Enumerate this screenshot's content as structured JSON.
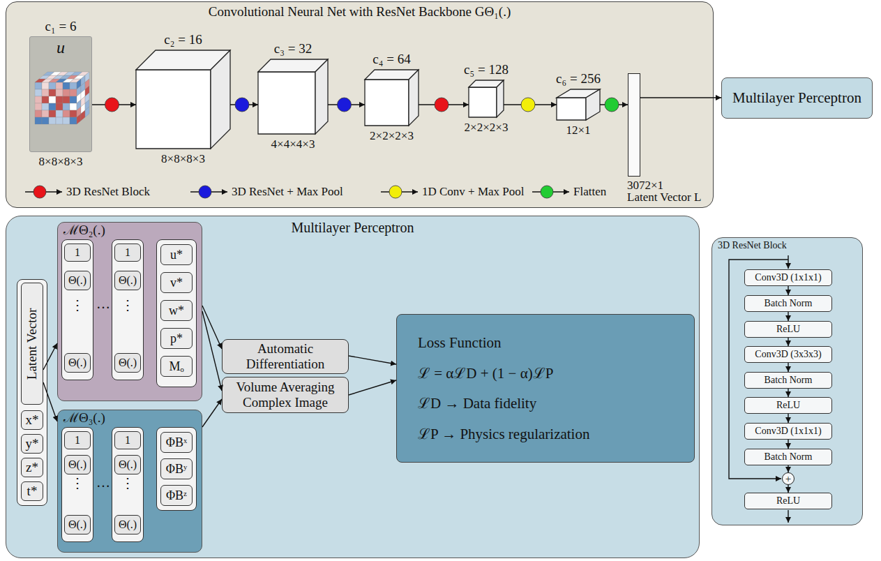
{
  "diagram": {
    "nodes": [
      {
        "text": [
          "Convolutional Neural Net with ResNet Backbone GΘ₁(.)"
        ]
      },
      {
        "text": [
          "c₁ = 6",
          "u",
          "8×8×8×3"
        ],
        "in": 0
      },
      {
        "text": [
          "c₂ = 16",
          "8×8×8×3"
        ],
        "in": 0
      },
      {
        "text": [
          "c₃ = 32",
          "4×4×4×3"
        ],
        "in": 0
      },
      {
        "text": [
          "c₄ = 64",
          "2×2×2×3"
        ],
        "in": 0
      },
      {
        "text": [
          "c₅ = 128",
          "2×2×2×3"
        ],
        "in": 0
      },
      {
        "text": [
          "c₆ = 256",
          "12×1"
        ],
        "in": 0
      },
      {
        "text": [
          "3072×1",
          "Latent Vector L"
        ],
        "in": 0
      },
      {
        "text": [
          "Multilayer Perceptron"
        ]
      },
      {
        "text": [
          "Multilayer Perceptron"
        ]
      },
      {
        "text": [
          "Latent Vector"
        ],
        "in": 9
      },
      {
        "text": [
          "x*"
        ],
        "in": 9
      },
      {
        "text": [
          "y*"
        ],
        "in": 9
      },
      {
        "text": [
          "z*"
        ],
        "in": 9
      },
      {
        "text": [
          "t*"
        ],
        "in": 9
      },
      {
        "text": [
          "ℳΘ₂(.)"
        ],
        "in": 9
      },
      {
        "text": [
          "⋮"
        ],
        "in": 15
      },
      {
        "text": [
          "1"
        ],
        "in": 16
      },
      {
        "text": [
          "Θ(.)"
        ],
        "in": 16
      },
      {
        "text": [
          "Θ(.)"
        ],
        "in": 16
      },
      {
        "text": [
          "⋮"
        ],
        "in": 15
      },
      {
        "text": [
          "1"
        ],
        "in": 20
      },
      {
        "text": [
          "Θ(.)"
        ],
        "in": 20
      },
      {
        "text": [
          "Θ(.)"
        ],
        "in": 20
      },
      {
        "text": [
          "u*"
        ],
        "in": 15
      },
      {
        "text": [
          "v*"
        ],
        "in": 15
      },
      {
        "text": [
          "w*"
        ],
        "in": 15
      },
      {
        "text": [
          "p*"
        ],
        "in": 15
      },
      {
        "text": [
          "Mₒ"
        ],
        "in": 15
      },
      {
        "text": [
          "ℳΘ₃(.)"
        ],
        "in": 9
      },
      {
        "text": [
          "⋮"
        ],
        "in": 29
      },
      {
        "text": [
          "1"
        ],
        "in": 30
      },
      {
        "text": [
          "Θ(.)"
        ],
        "in": 30
      },
      {
        "text": [
          "Θ(.)"
        ],
        "in": 30
      },
      {
        "text": [
          "⋮"
        ],
        "in": 29
      },
      {
        "text": [
          "1"
        ],
        "in": 34
      },
      {
        "text": [
          "Θ(.)"
        ],
        "in": 34
      },
      {
        "text": [
          "Θ(.)"
        ],
        "in": 34
      },
      {
        "text": [
          "ΦBˣ"
        ],
        "in": 29
      },
      {
        "text": [
          "ΦBʸ"
        ],
        "in": 29
      },
      {
        "text": [
          "ΦBᶻ"
        ],
        "in": 29
      },
      {
        "text": [
          "Automatic Differentiation"
        ],
        "in": 9
      },
      {
        "text": [
          "Volume Averaging Complex Image"
        ],
        "in": 9
      },
      {
        "text": [
          "Loss Function",
          "ℒ = αℒD + (1 − α)ℒP",
          "ℒD → Data fidelity",
          "ℒP → Physics regularization"
        ],
        "in": 9
      },
      {
        "text": [
          "3D ResNet Block"
        ]
      },
      {
        "text": [
          "Conv3D (1x1x1)"
        ],
        "in": 44
      },
      {
        "text": [
          "Batch Norm"
        ],
        "in": 44
      },
      {
        "text": [
          "ReLU"
        ],
        "in": 44
      },
      {
        "text": [
          "Conv3D (3x3x3)"
        ],
        "in": 44
      },
      {
        "text": [
          "Batch Norm"
        ],
        "in": 44
      },
      {
        "text": [
          "ReLU"
        ],
        "in": 44
      },
      {
        "text": [
          "Conv3D (1x1x1)"
        ],
        "in": 44
      },
      {
        "text": [
          "Batch Norm"
        ],
        "in": 44
      },
      {
        "text": [
          "+"
        ],
        "in": 44
      },
      {
        "text": [
          "ReLU"
        ],
        "in": 44
      }
    ],
    "edges": [
      {
        "from": 1,
        "to": 2,
        "arrow": "to"
      },
      {
        "from": 2,
        "to": 3,
        "arrow": "to"
      },
      {
        "from": 3,
        "to": 4,
        "arrow": "to"
      },
      {
        "from": 4,
        "to": 5,
        "arrow": "to"
      },
      {
        "from": 5,
        "to": 6,
        "arrow": "to"
      },
      {
        "from": 6,
        "to": 7,
        "arrow": "to"
      },
      {
        "from": 7,
        "to": 8,
        "arrow": "to"
      },
      {
        "from": 10,
        "to": 15,
        "arrow": "to"
      },
      {
        "from": 10,
        "to": 29,
        "arrow": "to"
      },
      {
        "from": 15,
        "to": 41,
        "arrow": "to"
      },
      {
        "from": 15,
        "to": 42,
        "arrow": "to"
      },
      {
        "from": 29,
        "to": 42,
        "arrow": "to"
      },
      {
        "from": 41,
        "to": 43,
        "arrow": "to"
      },
      {
        "from": 42,
        "to": 43,
        "arrow": "to"
      },
      {
        "from": 45,
        "to": 46,
        "arrow": "to"
      },
      {
        "from": 46,
        "to": 47,
        "arrow": "to"
      },
      {
        "from": 47,
        "to": 48,
        "arrow": "to"
      },
      {
        "from": 48,
        "to": 49,
        "arrow": "to"
      },
      {
        "from": 49,
        "to": 50,
        "arrow": "to"
      },
      {
        "from": 50,
        "to": 51,
        "arrow": "to"
      },
      {
        "from": 51,
        "to": 52,
        "arrow": "to"
      },
      {
        "from": 52,
        "to": 53,
        "arrow": "to"
      },
      {
        "from": 53,
        "to": 54,
        "arrow": "to"
      }
    ],
    "labels": [
      "…",
      "…"
    ],
    "legend": [
      {
        "text": "3D ResNet Block",
        "color": "#e8141a"
      },
      {
        "text": "3D ResNet + Max Pool",
        "color": "#1a1adc"
      },
      {
        "text": "1D Conv + Max Pool",
        "color": "#f2ee0a"
      },
      {
        "text": "Flatten",
        "color": "#22cc33"
      }
    ]
  }
}
